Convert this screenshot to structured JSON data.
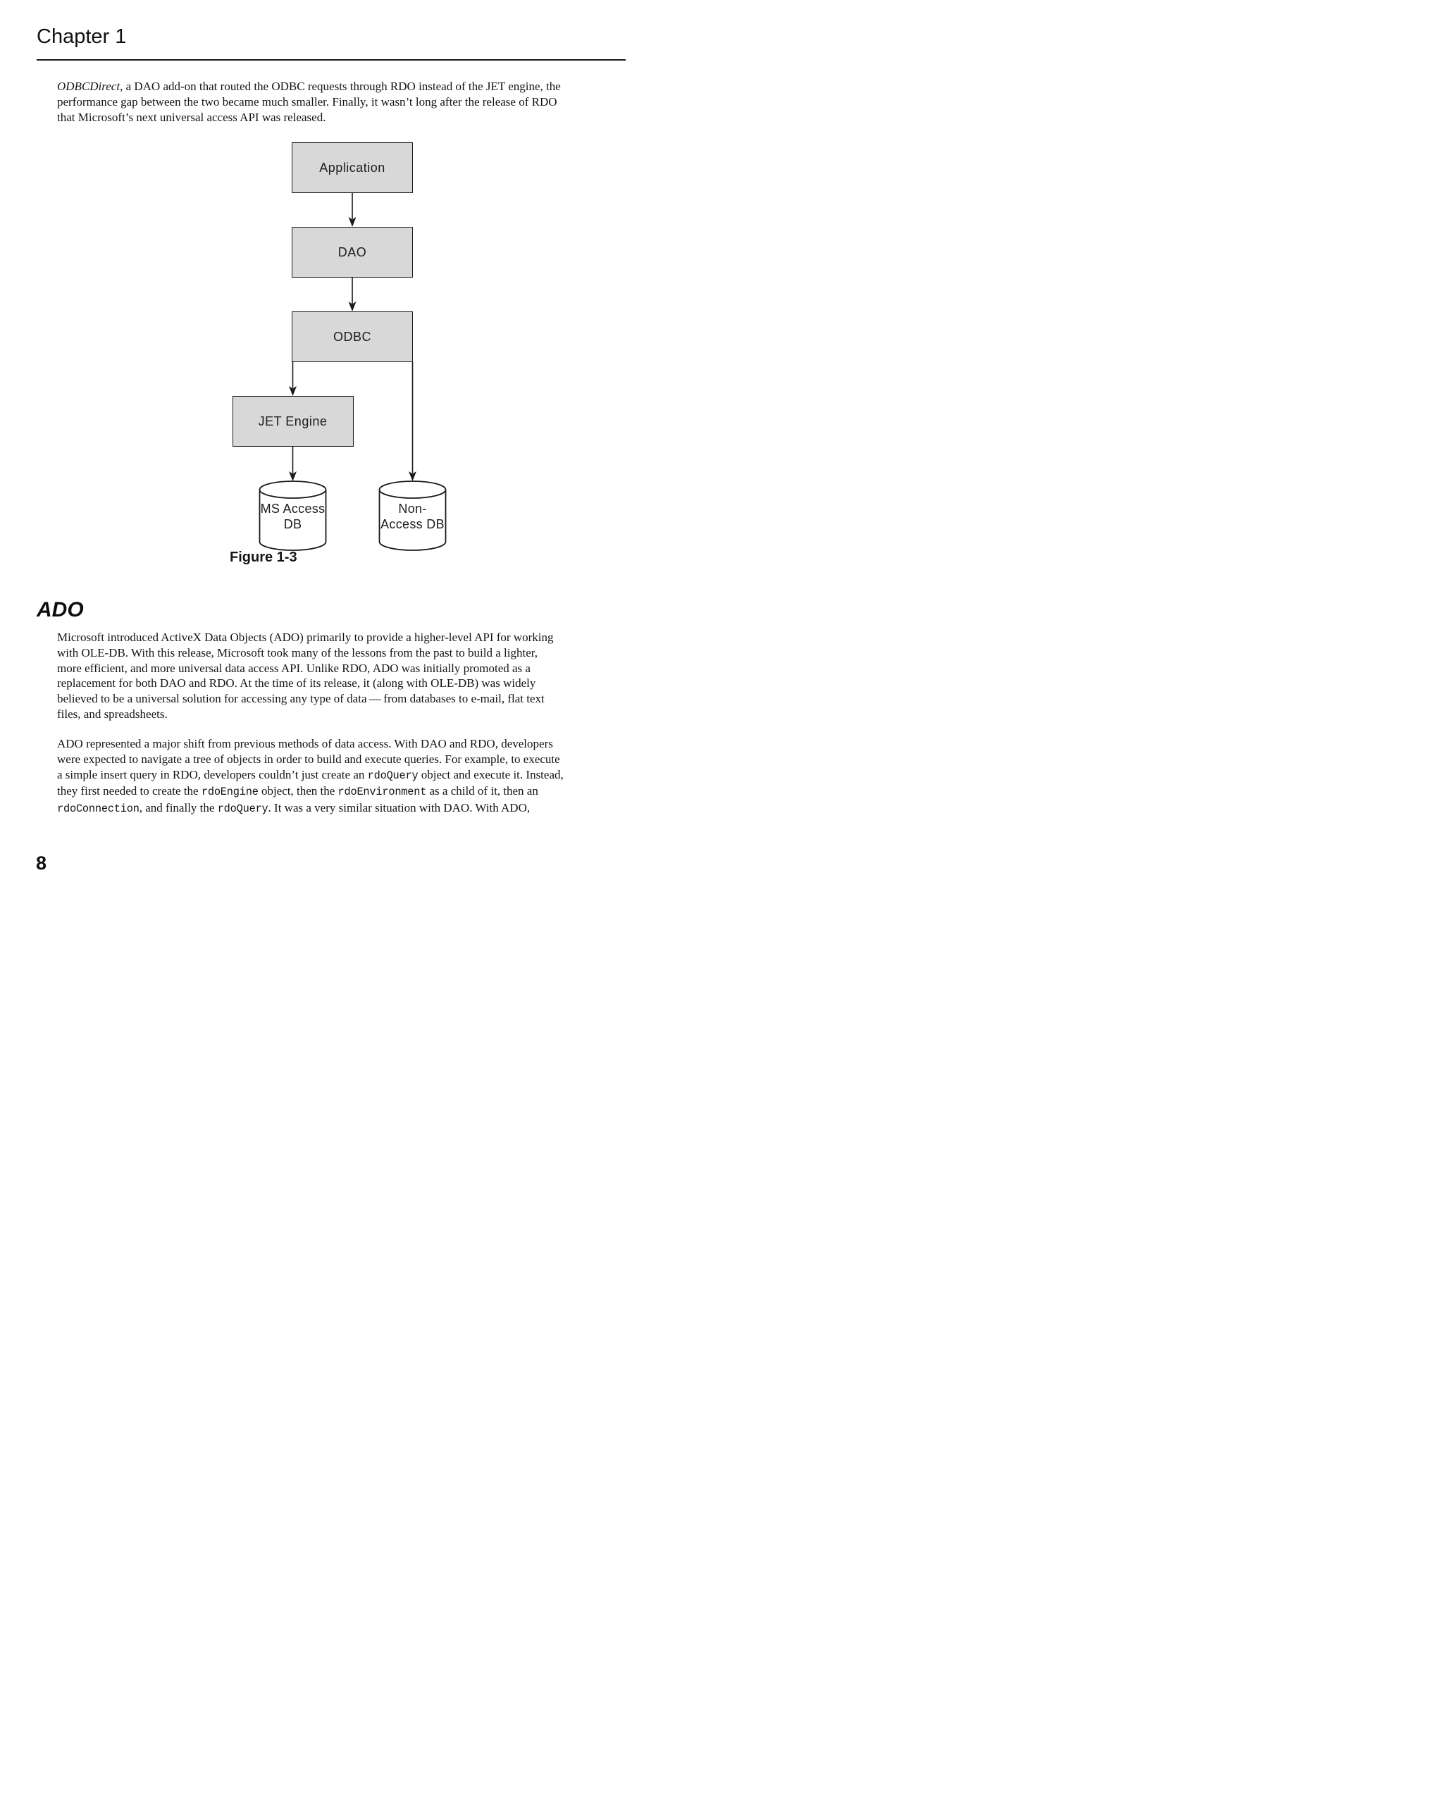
{
  "page": {
    "chapter_header": "Chapter 1",
    "page_number": "8"
  },
  "intro_paragraph": {
    "segments": [
      {
        "text": "ODBCDirect",
        "italic": true
      },
      {
        "text": ", a DAO add-on that routed the ODBC requests through RDO instead of the JET engine, the"
      },
      {
        "br": true
      },
      {
        "text": "performance gap between the two became much smaller. Finally, it wasn’t long after the release of RDO"
      },
      {
        "br": true
      },
      {
        "text": "that Microsoft’s next universal access API was released."
      }
    ]
  },
  "figure": {
    "caption": "Figure 1-3",
    "boxes": [
      {
        "id": "application",
        "label": "Application"
      },
      {
        "id": "dao",
        "label": "DAO"
      },
      {
        "id": "odbc",
        "label": "ODBC"
      },
      {
        "id": "jet-engine",
        "label": "JET Engine"
      }
    ],
    "cylinders": [
      {
        "id": "ms-access-db",
        "label_lines": [
          "MS Access",
          "DB"
        ]
      },
      {
        "id": "non-access-db",
        "label_lines": [
          "Non-",
          "Access DB"
        ]
      }
    ],
    "connections": [
      {
        "from": "application",
        "to": "dao"
      },
      {
        "from": "dao",
        "to": "odbc"
      },
      {
        "from": "odbc",
        "to": "jet-engine"
      },
      {
        "from": "jet-engine",
        "to": "ms-access-db"
      },
      {
        "from": "odbc",
        "to": "non-access-db"
      }
    ],
    "colors": {
      "box_fill": "#d8d8d8",
      "box_border": "#1a1a1a",
      "line": "#1a1a1a",
      "cylinder_fill": "#ffffff"
    }
  },
  "ado_section": {
    "heading": "ADO",
    "paragraph1": {
      "segments": [
        {
          "text": "Microsoft introduced ActiveX Data Objects (ADO) primarily to provide a higher-level API for working"
        },
        {
          "br": true
        },
        {
          "text": "with OLE-DB. With this release, Microsoft took many of the lessons from the past to build a lighter,"
        },
        {
          "br": true
        },
        {
          "text": "more efficient, and more universal data access API. Unlike RDO, ADO was initially promoted as a"
        },
        {
          "br": true
        },
        {
          "text": "replacement for both DAO and RDO. At the time of its release, it (along with OLE-DB) was widely"
        },
        {
          "br": true
        },
        {
          "text": "believed to be a universal solution for accessing any type of data — from databases to e-mail, flat text"
        },
        {
          "br": true
        },
        {
          "text": "files, and spreadsheets."
        }
      ]
    },
    "paragraph2": {
      "segments": [
        {
          "text": "ADO represented a major shift from previous methods of data access. With DAO and RDO, developers"
        },
        {
          "br": true
        },
        {
          "text": "were expected to navigate a tree of objects in order to build and execute queries. For example, to execute"
        },
        {
          "br": true
        },
        {
          "text": "a simple insert query in RDO, developers couldn’t just create an "
        },
        {
          "text": "rdoQuery",
          "mono": true
        },
        {
          "text": " object and execute it. Instead,"
        },
        {
          "br": true
        },
        {
          "text": "they first needed to create the "
        },
        {
          "text": "rdoEngine",
          "mono": true
        },
        {
          "text": " object, then the "
        },
        {
          "text": "rdoEnvironment",
          "mono": true
        },
        {
          "text": " as a child of it, then an"
        },
        {
          "br": true
        },
        {
          "text": "rdoConnection",
          "mono": true
        },
        {
          "text": ", and finally the "
        },
        {
          "text": "rdoQuery",
          "mono": true
        },
        {
          "text": ". It was a very similar situation with DAO. With ADO,"
        }
      ]
    }
  }
}
